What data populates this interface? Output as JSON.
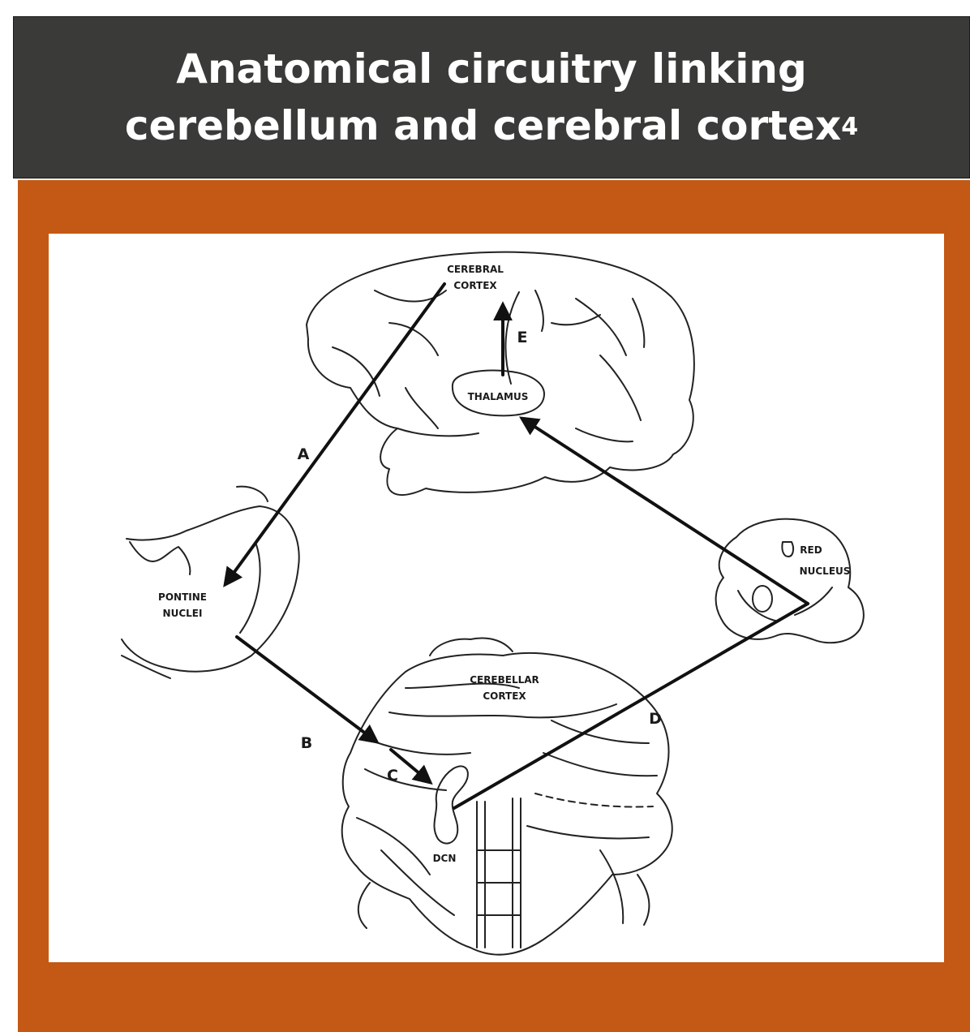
{
  "title": {
    "line1": "Anatomical circuitry linking",
    "line2": "cerebellum and cerebral cortex",
    "superscript": "4"
  },
  "colors": {
    "title_background": "#3a3a38",
    "panel_background": "#c35914",
    "diagram_background": "#ffffff"
  },
  "diagram": {
    "cerebral_cortex": [
      "CEREBRAL",
      "CORTEX"
    ],
    "thalamus": "THALAMUS",
    "pontine_nuclei": [
      "PONTINE",
      "NUCLEI"
    ],
    "red_nucleus": [
      "RED",
      "NUCLEUS"
    ],
    "cerebellar_cortex": [
      "CEREBELLAR",
      "CORTEX"
    ],
    "dcn": "DCN",
    "pathways": [
      "A",
      "B",
      "C",
      "D",
      "E"
    ]
  }
}
